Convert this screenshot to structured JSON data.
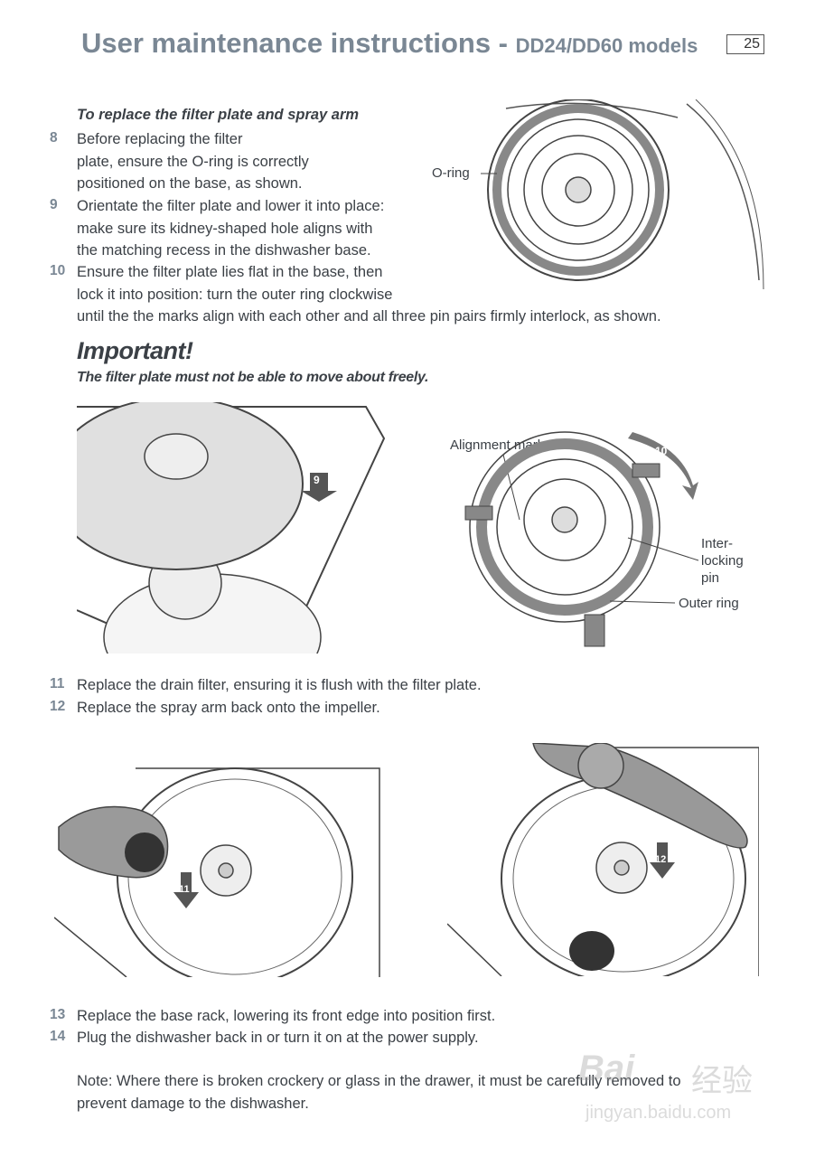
{
  "header": {
    "title": "User maintenance instructions - ",
    "subtitle": "DD24/DD60 models",
    "page_number": "25"
  },
  "section": {
    "heading": "To replace the filter plate and spray arm",
    "steps": [
      {
        "num": "8",
        "lines": [
          "Before replacing the filter",
          "plate, ensure the O-ring is correctly",
          "positioned on the base, as shown."
        ]
      },
      {
        "num": "9",
        "lines": [
          "Orientate the filter plate and lower it into place:",
          "make sure its kidney-shaped hole aligns with",
          "the matching recess in the dishwasher base."
        ]
      },
      {
        "num": "10",
        "lines": [
          "Ensure the filter plate lies flat in the base, then",
          "lock it into position: turn the outer ring clockwise",
          "until the the marks align with each other and all three pin pairs firmly interlock, as shown."
        ]
      }
    ]
  },
  "important": {
    "title": "Important!",
    "text": "The filter plate must not be able to move about freely."
  },
  "figures": {
    "oring_label": "O-ring",
    "arrow9": "9",
    "alignment_label": "Alignment marks",
    "arrow10": "10",
    "inter_label": [
      "Inter-",
      "locking",
      "pin"
    ],
    "outer_ring_label": "Outer ring",
    "arrow11": "11",
    "arrow12": "12"
  },
  "steps2": [
    {
      "num": "11",
      "text": "Replace the drain filter, ensuring it is flush with the filter plate."
    },
    {
      "num": "12",
      "text": "Replace the spray arm back onto the impeller."
    }
  ],
  "steps3": [
    {
      "num": "13",
      "text": "Replace the base rack, lowering its front edge into position first."
    },
    {
      "num": "14",
      "text": "Plug the dishwasher back in or turn it on at the power supply."
    }
  ],
  "note": {
    "lines": [
      "Note: Where there is broken crockery or glass in the drawer, it must be carefully removed to",
      "prevent damage to the dishwasher."
    ]
  },
  "watermark": {
    "brand": "Bai",
    "brand2": "经验",
    "url": "jingyan.baidu.com"
  }
}
